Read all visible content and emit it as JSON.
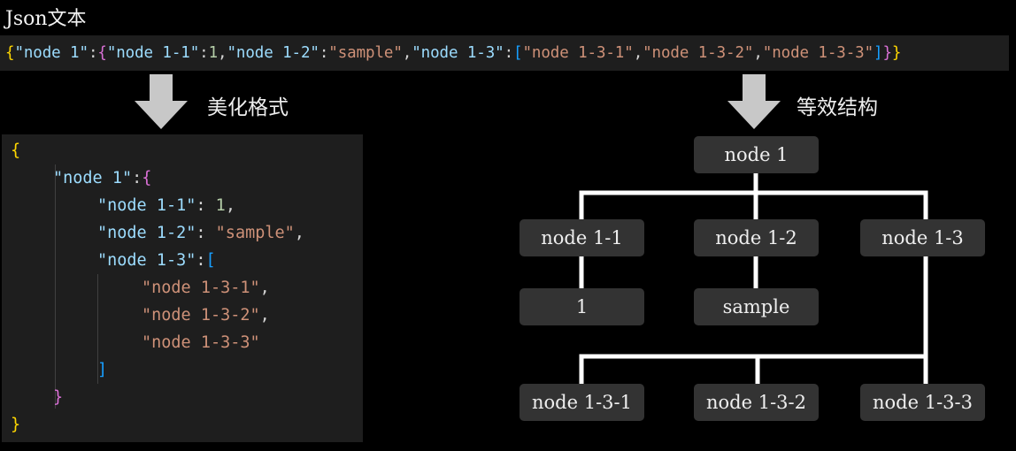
{
  "title": "Json文本",
  "json_line": {
    "brace_open": "{",
    "k1": "\"node 1\"",
    "colon": ":",
    "inner_open": "{",
    "k11": "\"node 1-1\"",
    "v11": "1",
    "comma": ",",
    "k12": "\"node 1-2\"",
    "v12": "\"sample\"",
    "k13": "\"node 1-3\"",
    "arr_open": "[",
    "a1": "\"node 1-3-1\"",
    "a2": "\"node 1-3-2\"",
    "a3": "\"node 1-3-3\"",
    "arr_close": "]",
    "inner_close": "}",
    "brace_close": "}"
  },
  "arrows": {
    "left_label": "美化格式",
    "right_label": "等效结构"
  },
  "code": {
    "l1": "{",
    "l2_key": "\"node 1\"",
    "l2_colon": ":",
    "l2_brace": "{",
    "l3_key": "\"node 1-1\"",
    "l3_colon": ": ",
    "l3_val": "1",
    "l3_comma": ",",
    "l4_key": "\"node 1-2\"",
    "l4_colon": ": ",
    "l4_val": "\"sample\"",
    "l4_comma": ",",
    "l5_key": "\"node 1-3\"",
    "l5_colon": ":",
    "l5_brack": "[",
    "l6_val": "\"node 1-3-1\"",
    "l6_comma": ",",
    "l7_val": "\"node 1-3-2\"",
    "l7_comma": ",",
    "l8_val": "\"node 1-3-3\"",
    "l9": "]",
    "l10": "}",
    "l11": "}"
  },
  "tree": {
    "root": "node 1",
    "n11": "node 1-1",
    "n12": "node 1-2",
    "n13": "node 1-3",
    "v11": "1",
    "v12": "sample",
    "n131": "node 1-3-1",
    "n132": "node 1-3-2",
    "n133": "node 1-3-3"
  },
  "colors": {
    "background": "#000000",
    "panel": "#1e1e1e",
    "node_fill": "#333333",
    "connector": "#ffffff",
    "arrow": "#c8c8c8",
    "brace_level1": "#ffd700",
    "brace_level2": "#da70d6",
    "bracket": "#179fff",
    "key": "#9cdcfe",
    "string": "#ce9178",
    "number": "#b5cea8"
  }
}
